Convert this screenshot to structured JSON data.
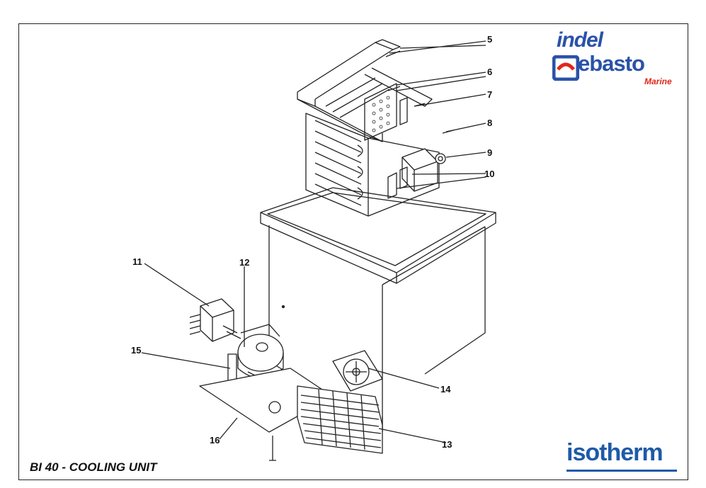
{
  "caption": "BI 40 - COOLING UNIT",
  "brands": {
    "indel": "indel",
    "webasto": "ebasto",
    "marine": "Marine",
    "isotherm": "isotherm",
    "primary_color": "#2a52a8",
    "accent_color": "#e0261b"
  },
  "callouts": [
    "5",
    "6",
    "7",
    "8",
    "9",
    "10",
    "11",
    "12",
    "13",
    "14",
    "15",
    "16"
  ]
}
